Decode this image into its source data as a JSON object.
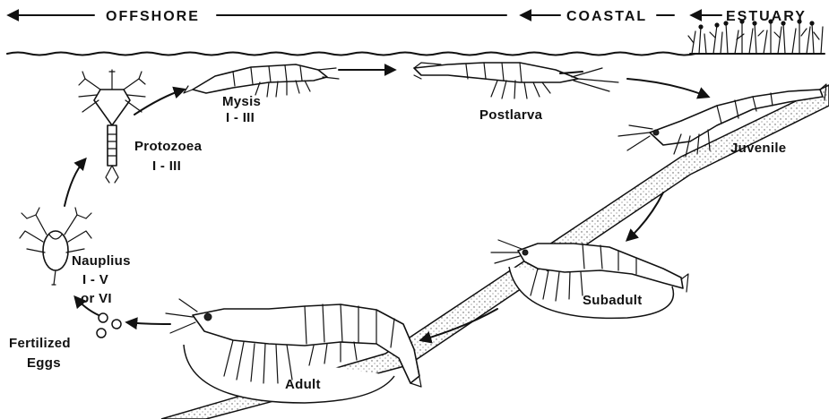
{
  "zones": {
    "offshore": "OFFSHORE",
    "coastal": "COASTAL",
    "estuary": "ESTUARY"
  },
  "stages": {
    "mysis": {
      "name": "Mysis",
      "range": "I - III"
    },
    "protozoea": {
      "name": "Protozoea",
      "range": "I - III"
    },
    "postlarva": {
      "name": "Postlarva"
    },
    "juvenile": {
      "name": "Juvenile"
    },
    "subadult": {
      "name": "Subadult"
    },
    "adult": {
      "name": "Adult"
    },
    "nauplius": {
      "name": "Nauplius",
      "range": "I - V",
      "range_alt": "or VI"
    },
    "eggs": {
      "line1": "Fertilized",
      "line2": "Eggs"
    }
  },
  "colors": {
    "ink": "#111111",
    "background": "#ffffff",
    "sediment": "#f4f1ea"
  }
}
